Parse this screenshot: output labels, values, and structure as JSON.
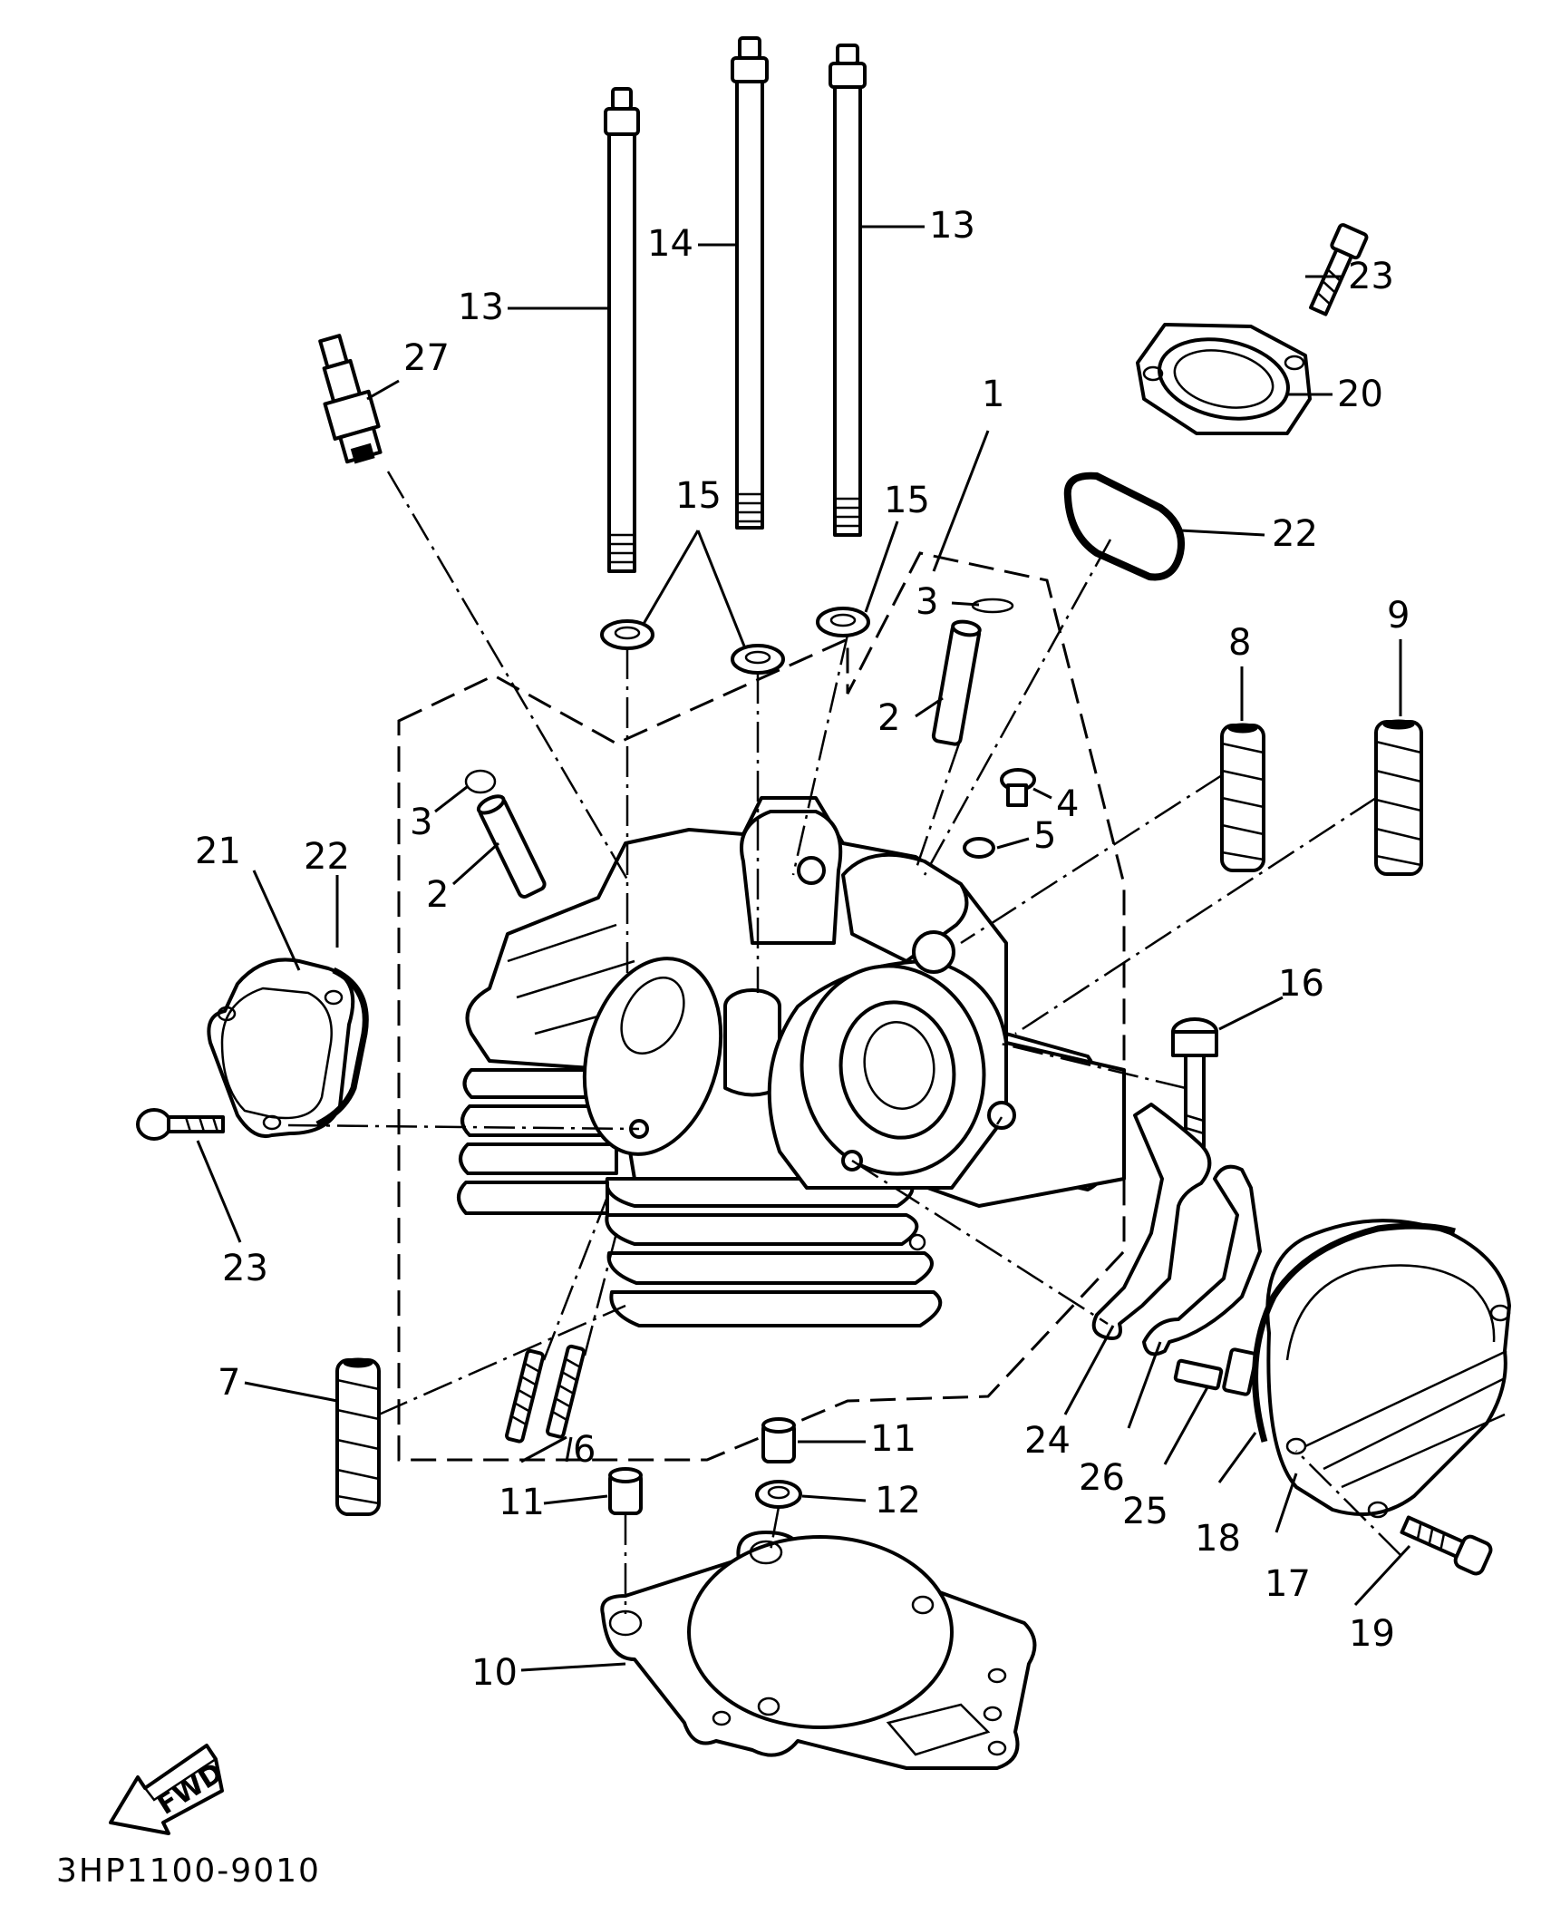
{
  "diagram": {
    "code": "3HP1100-9010",
    "fwd_label": "FWD",
    "callouts": {
      "c1": "1",
      "c2a": "2",
      "c2b": "2",
      "c3a": "3",
      "c3b": "3",
      "c4": "4",
      "c5": "5",
      "c6": "6",
      "c7": "7",
      "c8": "8",
      "c9": "9",
      "c10": "10",
      "c11a": "11",
      "c11b": "11",
      "c12": "12",
      "c13a": "13",
      "c13b": "13",
      "c14": "14",
      "c15a": "15",
      "c15b": "15",
      "c16": "16",
      "c17": "17",
      "c18": "18",
      "c19": "19",
      "c20": "20",
      "c21": "21",
      "c22a": "22",
      "c22b": "22",
      "c23a": "23",
      "c23b": "23",
      "c24": "24",
      "c25": "25",
      "c26": "26",
      "c27": "27"
    }
  }
}
